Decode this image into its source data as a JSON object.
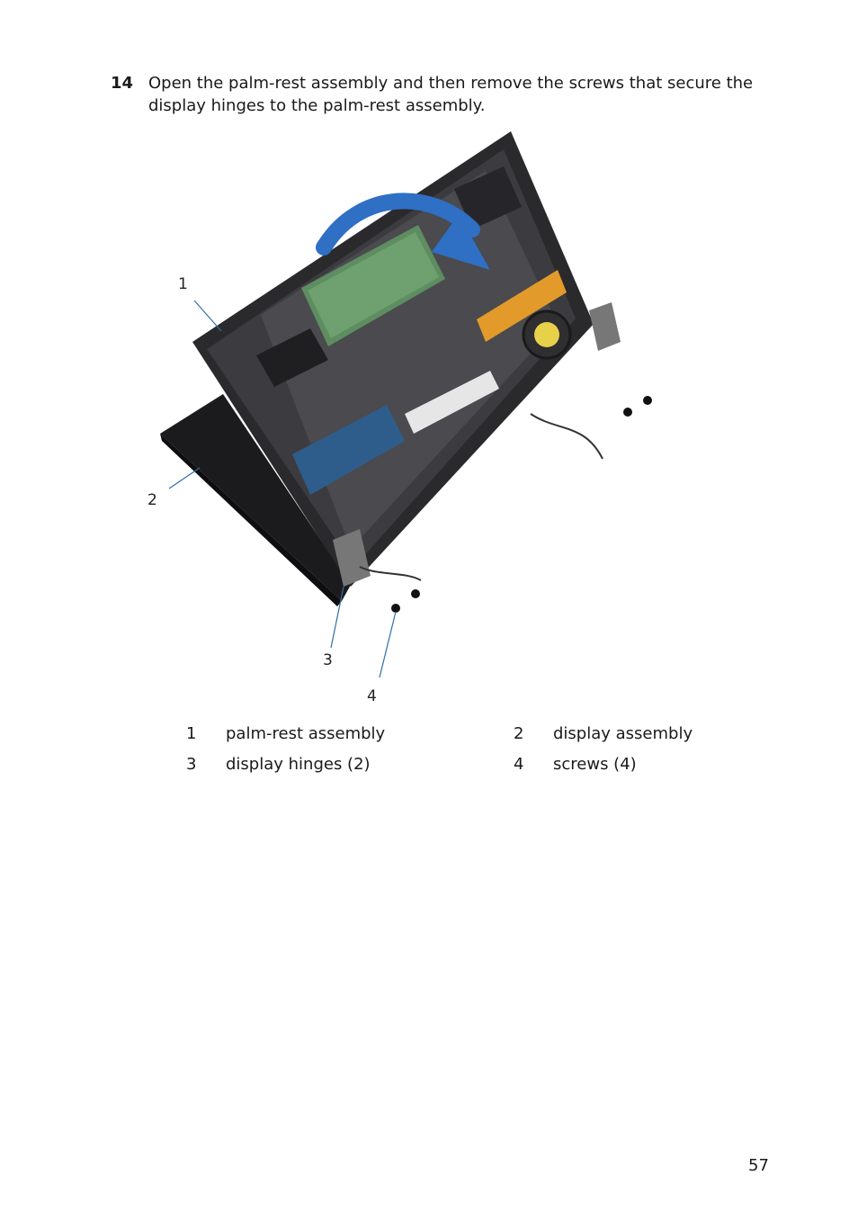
{
  "step": {
    "number": "14",
    "text": "Open the palm-rest assembly and then remove the screws that secure the display hinges to the palm-rest assembly."
  },
  "figure": {
    "callouts": [
      "1",
      "2",
      "3",
      "4"
    ]
  },
  "legend": {
    "rows": [
      [
        {
          "num": "1",
          "label": "palm-rest assembly"
        },
        {
          "num": "2",
          "label": "display assembly"
        }
      ],
      [
        {
          "num": "3",
          "label": "display hinges (2)"
        },
        {
          "num": "4",
          "label": "screws (4)"
        }
      ]
    ]
  },
  "page_number": "57"
}
